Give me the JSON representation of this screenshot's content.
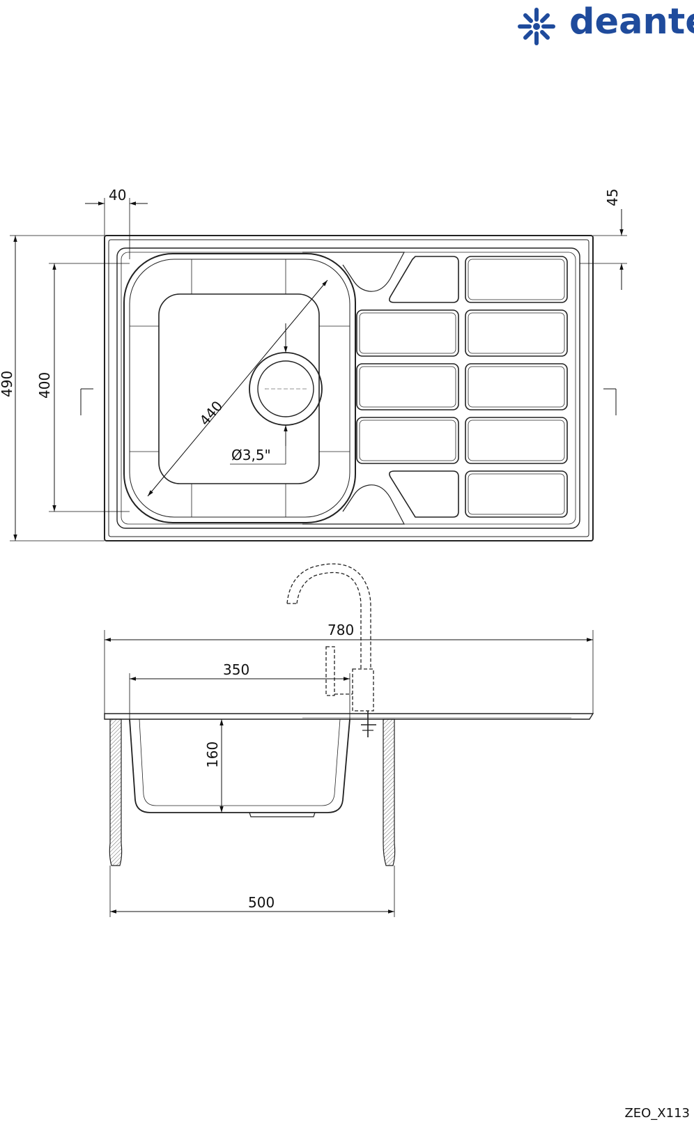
{
  "brand": {
    "name": "deante",
    "logo_icon": "deante-logo-icon",
    "color": "#1f4b9c"
  },
  "dimensions": {
    "flange_width": "40",
    "top_offset": "45",
    "total_depth": "490",
    "bowl_depth": "400",
    "bowl_diagonal": "440",
    "drain_size": "Ø3,5\"",
    "total_width": "780",
    "bowl_width": "350",
    "bowl_height": "160",
    "cabinet_width": "500"
  },
  "model_code": "ZEO_X113"
}
